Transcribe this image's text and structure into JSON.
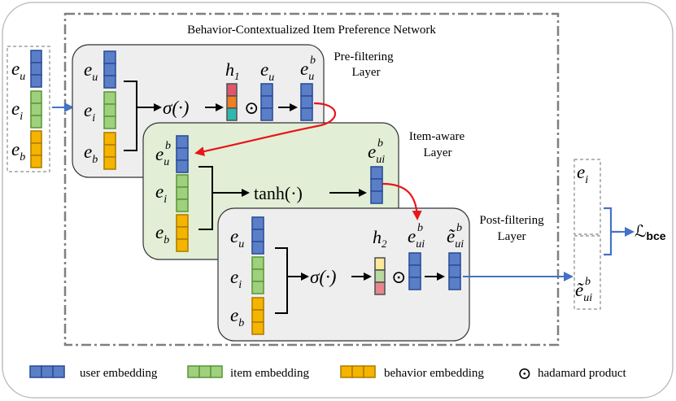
{
  "title": "Behavior-Contextualized Item Preference Network",
  "colors": {
    "user": "#5b7fc7",
    "user_stroke": "#2e4f9a",
    "item": "#9fd07e",
    "item_stroke": "#5f9a3c",
    "behavior": "#f4b400",
    "behavior_stroke": "#b07f00",
    "green_panel": "#e2efd6",
    "gray_panel": "#eeeeee",
    "red_arrow": "#e8151b",
    "blue_arrow": "#4472c4"
  },
  "inputs": {
    "eu": "e",
    "eu_sub": "u",
    "ei": "e",
    "ei_sub": "i",
    "eb": "e",
    "eb_sub": "b"
  },
  "pre_layer": {
    "label_line1": "Pre-filtering",
    "label_line2": "Layer",
    "sigma": "σ(·)",
    "h": "h",
    "h_sub": "1",
    "out_base": "e",
    "out_sub": "u",
    "out_sup": "b"
  },
  "item_layer": {
    "label_line1": "Item-aware",
    "label_line2": "Layer",
    "tanh": "tanh(·)",
    "out_base": "e",
    "out_sub": "ui",
    "out_sup": "b"
  },
  "post_layer": {
    "label_line1": "Post-filtering",
    "label_line2": "Layer",
    "sigma": "σ(·)",
    "h": "h",
    "h_sub": "2",
    "out_base": "ẽ",
    "out_sub": "ui",
    "out_sup": "b"
  },
  "loss": {
    "symbol": "ℒ",
    "sub": "bce"
  },
  "hadamard": "⊙",
  "legend": {
    "user": "user embedding",
    "item": "item embedding",
    "behavior": "behavior embedding",
    "hadamard": "hadamard product"
  }
}
